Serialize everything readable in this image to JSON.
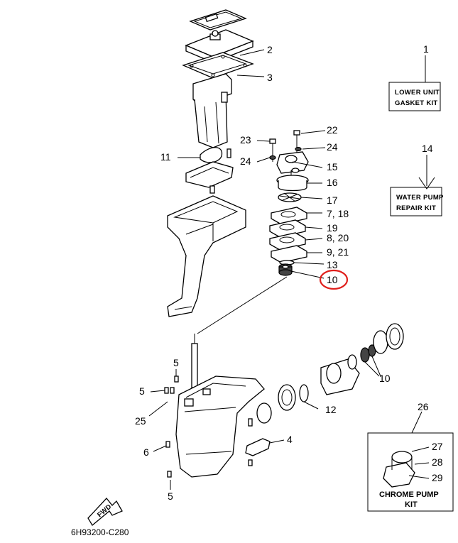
{
  "diagram": {
    "code": "6H93200-C280",
    "fwd_label": "FWD",
    "highlight_color": "#e0201c",
    "callouts": {
      "c1": "1",
      "c2": "2",
      "c3": "3",
      "c4": "4",
      "c5a": "5",
      "c5b": "5",
      "c5c": "5",
      "c6": "6",
      "c7_18": "7, 18",
      "c8_20": "8, 20",
      "c9_21": "9, 21",
      "c10_top": "10",
      "c10_bottom": "10",
      "c11": "11",
      "c12": "12",
      "c13": "13",
      "c14": "14",
      "c15": "15",
      "c16": "16",
      "c17": "17",
      "c19": "19",
      "c22": "22",
      "c23": "23",
      "c24a": "24",
      "c24b": "24",
      "c25": "25",
      "c26": "26",
      "c27": "27",
      "c28": "28",
      "c29": "29"
    },
    "kits": {
      "lower_unit_line1": "LOWER UNIT",
      "lower_unit_line2": "GASKET KIT",
      "water_pump_line1": "WATER PUMP",
      "water_pump_line2": "REPAIR KIT",
      "chrome_pump_line1": "CHROME PUMP",
      "chrome_pump_line2": "KIT"
    }
  }
}
